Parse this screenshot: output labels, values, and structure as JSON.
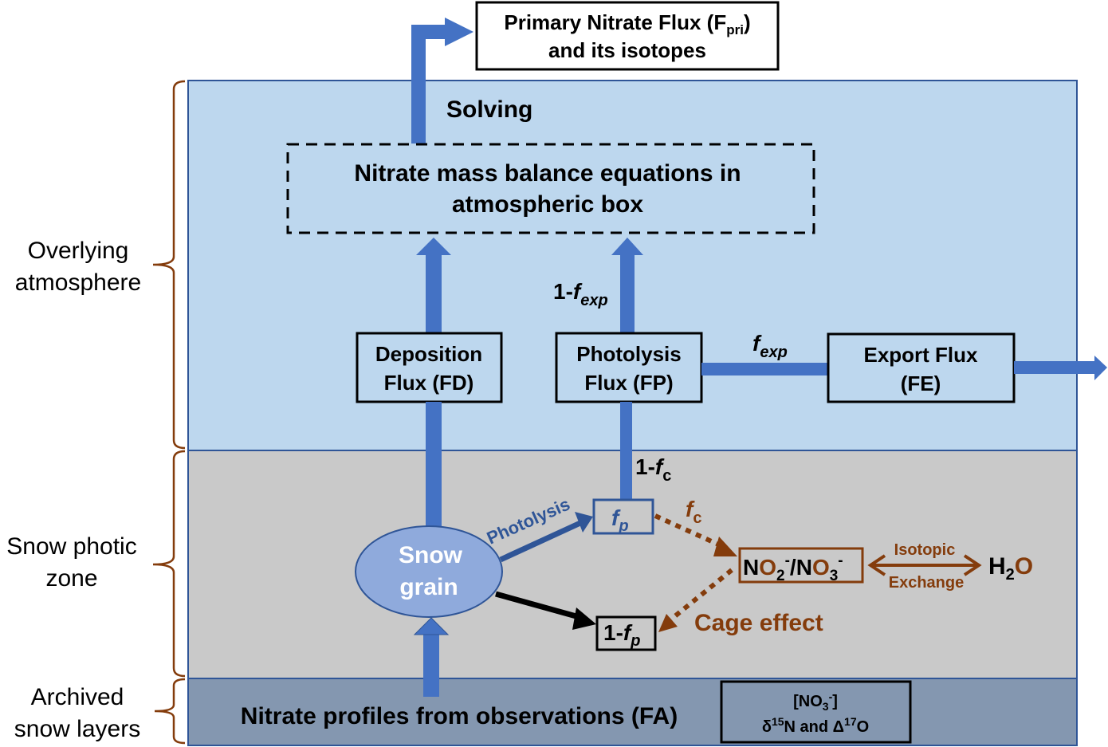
{
  "colors": {
    "atmosphere_bg": "#BDD7EE",
    "snow_bg": "#C9C9C9",
    "archive_bg": "#8497B0",
    "frame": "#2F5597",
    "arrow_blue": "#4472C4",
    "dark_blue": "#2F5597",
    "snow_grain_fill": "#8FAADC",
    "brown": "#843C0C",
    "black": "#000000"
  },
  "zones": [
    {
      "label_line1": "Overlying",
      "label_line2": "atmosphere"
    },
    {
      "label_line1": "Snow photic",
      "label_line2": "zone"
    },
    {
      "label_line1": "Archived",
      "label_line2": "snow layers"
    }
  ],
  "output_box": {
    "line1_main": "Primary Nitrate Flux (F",
    "line1_sub": "pri",
    "line1_end": ")",
    "line2": "and its isotopes"
  },
  "solving_label": "Solving",
  "mass_balance_box": {
    "line1": "Nitrate mass balance equations in",
    "line2": "atmospheric box"
  },
  "deposition_box": {
    "line1": "Deposition",
    "line2": "Flux (FD)"
  },
  "photolysis_box": {
    "line1": "Photolysis",
    "line2": "Flux (FP)"
  },
  "export_box": {
    "line1": "Export Flux",
    "line2": "(FE)"
  },
  "labels": {
    "one_minus_fexp": {
      "prefix": "1-",
      "f": "f",
      "sub": "exp"
    },
    "fexp": {
      "f": "f",
      "sub": "exp"
    },
    "one_minus_fc": {
      "prefix": "1-",
      "f": "f",
      "sub": "c"
    },
    "fc": {
      "f": "f",
      "sub": "c"
    },
    "photolysis_arrow": "Photolysis",
    "cage_effect": "Cage effect",
    "isotopic": "Isotopic",
    "exchange": "Exchange"
  },
  "snow_grain": {
    "line1": "Snow",
    "line2": "grain"
  },
  "fp_box": {
    "f": "f",
    "sub": "p"
  },
  "one_minus_fp_box": {
    "prefix": "1-",
    "f": "f",
    "sub": "p"
  },
  "nox_box": {
    "n1": "N",
    "o1": "O",
    "sub1": "2",
    "sup1": "-",
    "slash": "/",
    "n2": "N",
    "o2": "O",
    "sub2": "3",
    "sup2": "-"
  },
  "water": {
    "h": "H",
    "sub": "2",
    "o": "O"
  },
  "archive_text": "Nitrate profiles from observations (FA)",
  "observation_box": {
    "line1_pre": "[NO",
    "line1_sub": "3",
    "line1_sup": "-",
    "line1_end": "]",
    "d": "δ",
    "d_sup": "15",
    "n_and": "N and Δ",
    "o_sup": "17",
    "o": "O"
  }
}
